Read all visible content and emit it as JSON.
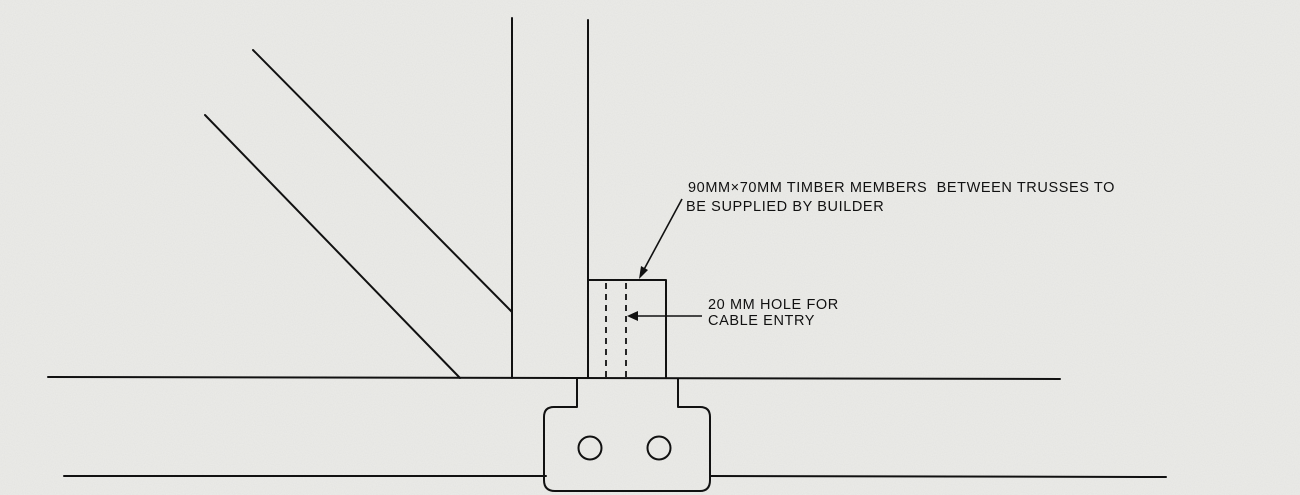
{
  "annotations": {
    "timber_note_line1": "90MM×70MM TIMBER MEMBERS  BETWEEN TRUSSES TO",
    "timber_note_line2": "BE SUPPLIED BY BUILDER",
    "hole_note_line1": "20 MM HOLE FOR",
    "hole_note_line2": "CABLE ENTRY"
  },
  "colors": {
    "background": "#ecece9",
    "ink": "#111111"
  }
}
